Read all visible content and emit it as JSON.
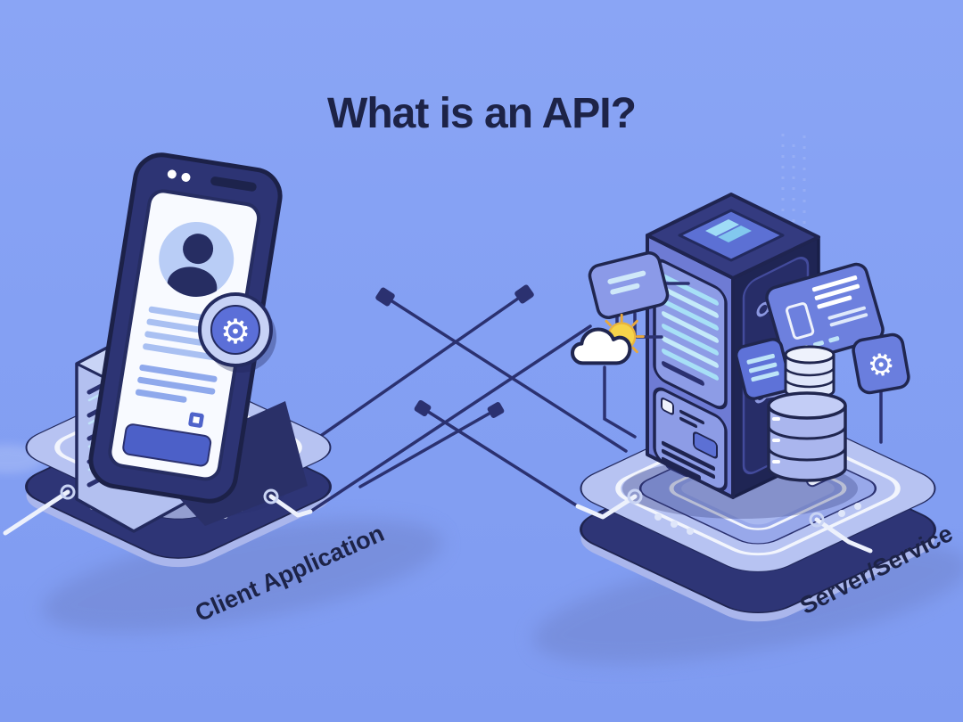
{
  "title": "What is an API?",
  "labels": {
    "left": "Client Application",
    "right": "Server/Service"
  },
  "glyphs": {
    "gear": "⚙"
  },
  "colors": {
    "background": "#84a0f3",
    "ink_navy": "#1d2347",
    "line_navy": "#2b3170",
    "platform_side": "#2e3576",
    "platform_top": "#b7c3f2",
    "platform_tray": "#98a8ea",
    "phone_body": "#2d3474",
    "phone_screen": "#f8faff",
    "avatar_blue": "#b9cdf6",
    "button_blue": "#4c60c8",
    "badge_blue": "#5b6fd8",
    "panel_blue": "#8d9ce6",
    "stripe_cyan": "#a7e0f6",
    "card_blue": "#6d80de",
    "sun_yellow": "#f6d44a",
    "wire_white": "#edf1fc"
  }
}
